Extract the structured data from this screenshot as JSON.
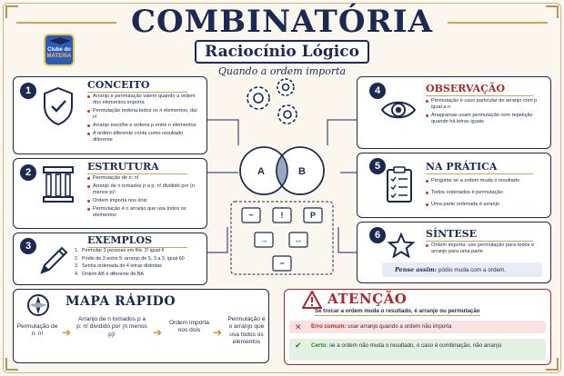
{
  "header": {
    "title": "COMBINATÓRIA",
    "subtitle": "Raciocínio Lógico",
    "tagline": "Quando a ordem importa",
    "logo_top": "Clube do",
    "logo_bottom": "MATERIA"
  },
  "cards": {
    "conceito": {
      "number": "1",
      "heading": "CONCEITO",
      "items": [
        "Arranjo e permutação valem quando a ordem dos elementos importa",
        "Permutação ordena todos os n elementos, daí n!",
        "Arranjo escolhe e ordena p entre n elementos",
        "A ordem diferente conta como resultado diferente"
      ]
    },
    "estrutura": {
      "number": "2",
      "heading": "ESTRUTURA",
      "items": [
        "Permutação de n: n!",
        "Arranjo de n tomados p a p: n! dividido por (n menos p)!",
        "Ordem importa nos dois",
        "Permutação é o arranjo que usa todos os elementos"
      ]
    },
    "exemplos": {
      "number": "3",
      "heading": "EXEMPLOS",
      "items": [
        {
          "n": "1.",
          "text": "Permutar 3 pessoas em fila: 3! igual 6"
        },
        {
          "n": "2.",
          "text": "Pódio de 3 entre 5: arranjo de 5, 3 a 3, igual 60"
        },
        {
          "n": "3.",
          "text": "Senha ordenada de 4 letras distintas"
        },
        {
          "n": "4.",
          "text": "Ordem AB é diferente de BA"
        }
      ]
    },
    "observacao": {
      "number": "4",
      "heading": "OBSERVAÇÃO",
      "items": [
        "Permutação é caso particular de arranjo com p igual a n",
        "Anagramas usam permutação com repetição quando há letras iguais"
      ]
    },
    "pratica": {
      "number": "5",
      "heading": "NA PRÁTICA",
      "items": [
        "Pergunte se a ordem muda o resultado",
        "Todos ordenados é permutação",
        "Uma parte ordenada é arranjo"
      ]
    },
    "sintese": {
      "number": "6",
      "heading": "SÍNTESE",
      "items": [
        "Ordem importa: use permutação para todos e arranjo para uma parte"
      ],
      "pense_label": "Pense assim:",
      "pense_text": "pódio muda com a ordem."
    }
  },
  "center": {
    "venn_a": "A",
    "venn_b": "B",
    "buttons": [
      "~",
      "!",
      "P",
      "→",
      "↔",
      "−"
    ]
  },
  "map": {
    "title": "MAPA RÁPIDO",
    "items": [
      "Permutação de n: n!",
      "Arranjo de n tomados p a p: n! dividido por (n menos p)!",
      "Ordem importa nos dois",
      "Permutação é o arranjo que usa todos os elementos"
    ]
  },
  "attention": {
    "title": "ATENÇÃO",
    "subtitle": "Se trocar a ordem muda o resultado, é arranjo ou permutação",
    "error_label": "Erro comum:",
    "error_text": "usar arranjo quando a ordem não importa",
    "ok_label": "Certo:",
    "ok_text": "se a ordem não muda o resultado, o caso é combinação, não arranjo"
  },
  "colors": {
    "navy": "#1b2a52",
    "gold": "#c9a45c",
    "red": "#b0262a",
    "green": "#2e7d32",
    "background": "#fbf7ef"
  }
}
